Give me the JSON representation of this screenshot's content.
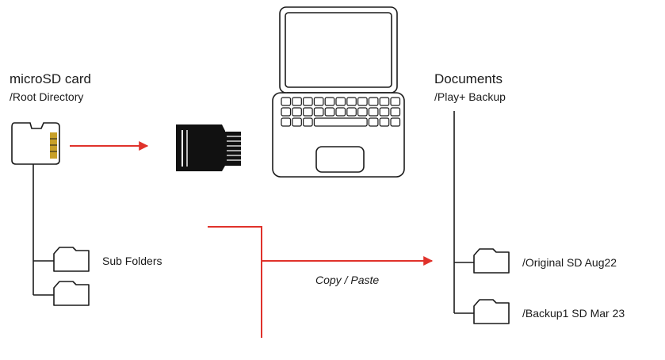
{
  "source": {
    "title": "microSD card",
    "subtitle": "/Root Directory",
    "folders": [
      {
        "label": "Sub Folders"
      },
      {
        "label": ""
      }
    ]
  },
  "destination": {
    "title": "Documents",
    "subtitle": "/Play+ Backup",
    "folders": [
      {
        "label": "/Original SD Aug22"
      },
      {
        "label": "/Backup1 SD Mar 23"
      }
    ]
  },
  "action": {
    "label": "Copy / Paste"
  },
  "colors": {
    "arrow": "#e0322b",
    "stroke": "#1a1a1a",
    "device": "#111111",
    "sd_contacts": "#c8a028"
  },
  "icons": [
    "microsd-card-icon",
    "card-reader-icon",
    "laptop-icon",
    "folder-icon"
  ]
}
